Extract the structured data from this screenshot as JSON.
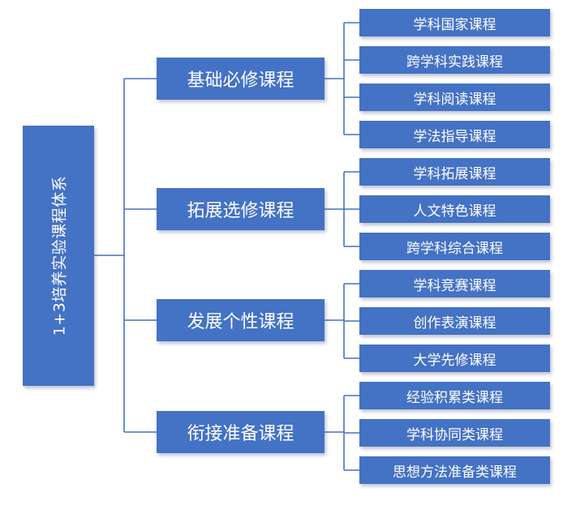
{
  "root": {
    "label": "1+3培养实验课程体系"
  },
  "categories": [
    {
      "label": "基础必修课程",
      "items": [
        "学科国家课程",
        "跨学科实践课程",
        "学科阅读课程",
        "学法指导课程"
      ]
    },
    {
      "label": "拓展选修课程",
      "items": [
        "学科拓展课程",
        "人文特色课程",
        "跨学科综合课程"
      ]
    },
    {
      "label": "发展个性课程",
      "items": [
        "学科竞赛课程",
        "创作表演课程",
        "大学先修课程"
      ]
    },
    {
      "label": "衔接准备课程",
      "items": [
        "经验积累类课程",
        "学科协同类课程",
        "思想方法准备类课程"
      ]
    }
  ],
  "colors": {
    "box": "#4472c4",
    "line": "#4472c4",
    "text": "#ffffff"
  }
}
